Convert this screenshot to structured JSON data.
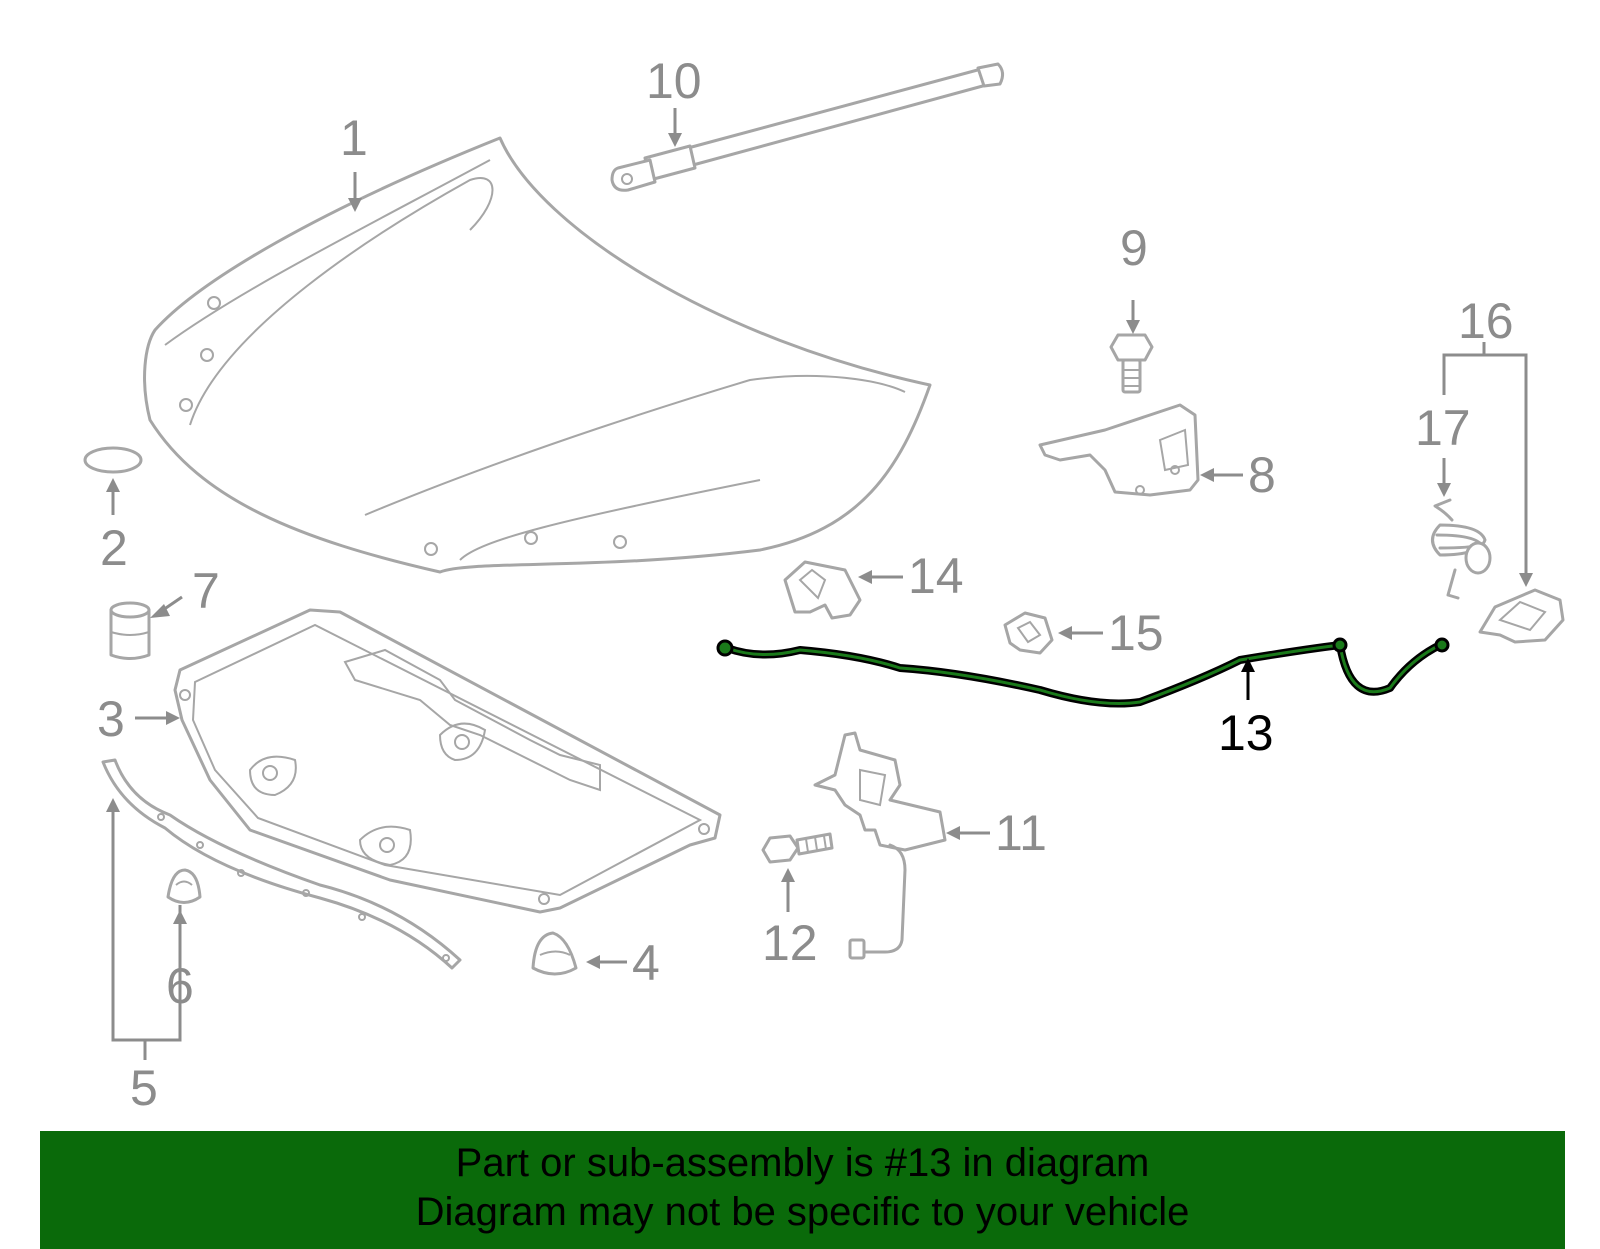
{
  "callouts": {
    "c1": "1",
    "c2": "2",
    "c3": "3",
    "c4": "4",
    "c5": "5",
    "c6": "6",
    "c7": "7",
    "c8": "8",
    "c9": "9",
    "c10": "10",
    "c11": "11",
    "c12": "12",
    "c13": "13",
    "c14": "14",
    "c15": "15",
    "c16": "16",
    "c17": "17"
  },
  "highlighted_part": "13",
  "colors": {
    "part_outline": "#a6a6a6",
    "callout": "#8c8c8c",
    "highlight_callout": "#000000",
    "highlight_part": "#1a7a1a",
    "banner_bg": "#0a6a0a"
  },
  "banner": {
    "line1": "Part or sub-assembly is #13 in diagram",
    "line2": "Diagram may not be specific to your vehicle"
  }
}
